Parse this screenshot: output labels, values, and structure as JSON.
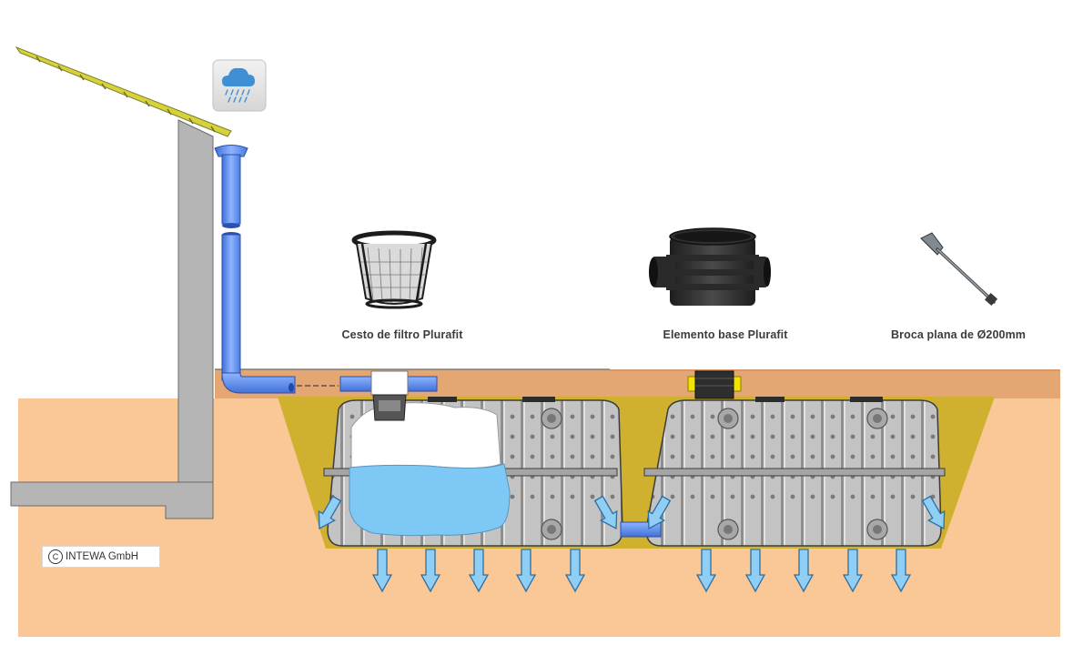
{
  "captions": {
    "filter_basket": "Cesto de filtro Plurafit",
    "base_element": "Elemento base Plurafit",
    "flat_drill": "Broca plana de Ø200mm"
  },
  "copyright": {
    "symbol": "C",
    "text": "INTEWA GmbH"
  },
  "icons": {
    "weather": "rain-cloud-icon",
    "filter_basket": "filter-basket-icon",
    "base_element": "base-element-icon",
    "drill": "flat-drill-bit-icon"
  },
  "colors": {
    "soil": "#f9c896",
    "topsoil": "#e4a673",
    "gravel_bed": "#cfb12f",
    "tank_body": "#bfbfbf",
    "water": "#7ec8f5",
    "pipe_blue": "#6b9cf2",
    "arrow_blue": "#8fcff5",
    "wall_grey": "#b5b5b5",
    "roof_yellow": "#d6d23a",
    "connector_yellow": "#f1e200"
  }
}
